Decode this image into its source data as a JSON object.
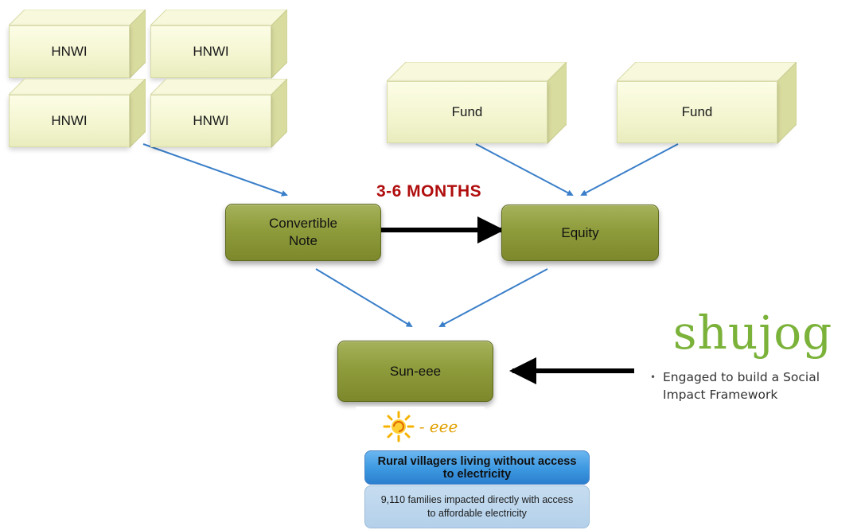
{
  "investors": {
    "hnwi_labels": [
      "HNWI",
      "HNWI",
      "HNWI",
      "HNWI"
    ],
    "fund_labels": [
      "Fund",
      "Fund"
    ]
  },
  "instruments": {
    "convertible_note": "Convertible\nNote",
    "equity": "Equity",
    "timeline": "3-6 MONTHS"
  },
  "company": {
    "name": "Sun-eee",
    "logo_text": "- eee"
  },
  "partner": {
    "logo_text": "shujog",
    "note": "Engaged to build a Social Impact Framework"
  },
  "beneficiaries": {
    "headline": "Rural villagers living without access to electricity",
    "impact": "9,110 families impacted directly with access to affordable electricity"
  },
  "colors": {
    "box_fill": "#f3f5cf",
    "green_box": "#8f9c3c",
    "arrow_blue": "#3a7fc9",
    "timeline_red": "#b00d0d",
    "headline_blue": "#3c98e0"
  }
}
